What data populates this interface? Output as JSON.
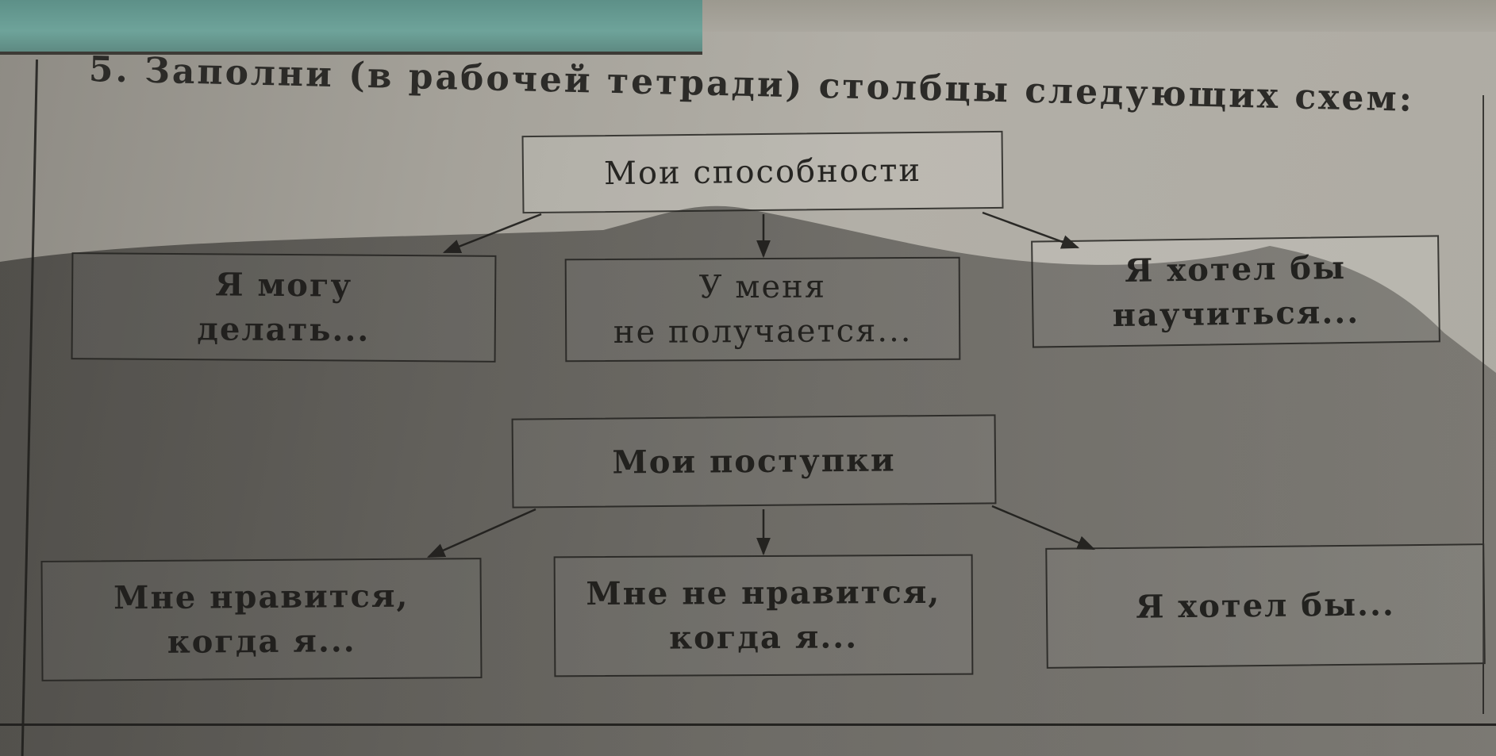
{
  "task": {
    "title": "5. Заполни (в рабочей тетради) столбцы следующих схем:"
  },
  "diagrams": [
    {
      "root": "Мои способности",
      "children": [
        "Я могу\nделать...",
        "У меня\nне получается...",
        "Я хотел бы\nнаучиться..."
      ]
    },
    {
      "root": "Мои поступки",
      "children": [
        "Мне нравится,\nкогда я...",
        "Мне не нравится,\nкогда я...",
        "Я хотел бы..."
      ]
    }
  ],
  "colors": {
    "paper": "#aeaba3",
    "ink": "#2c2b28",
    "cover": "#6ea39a"
  }
}
